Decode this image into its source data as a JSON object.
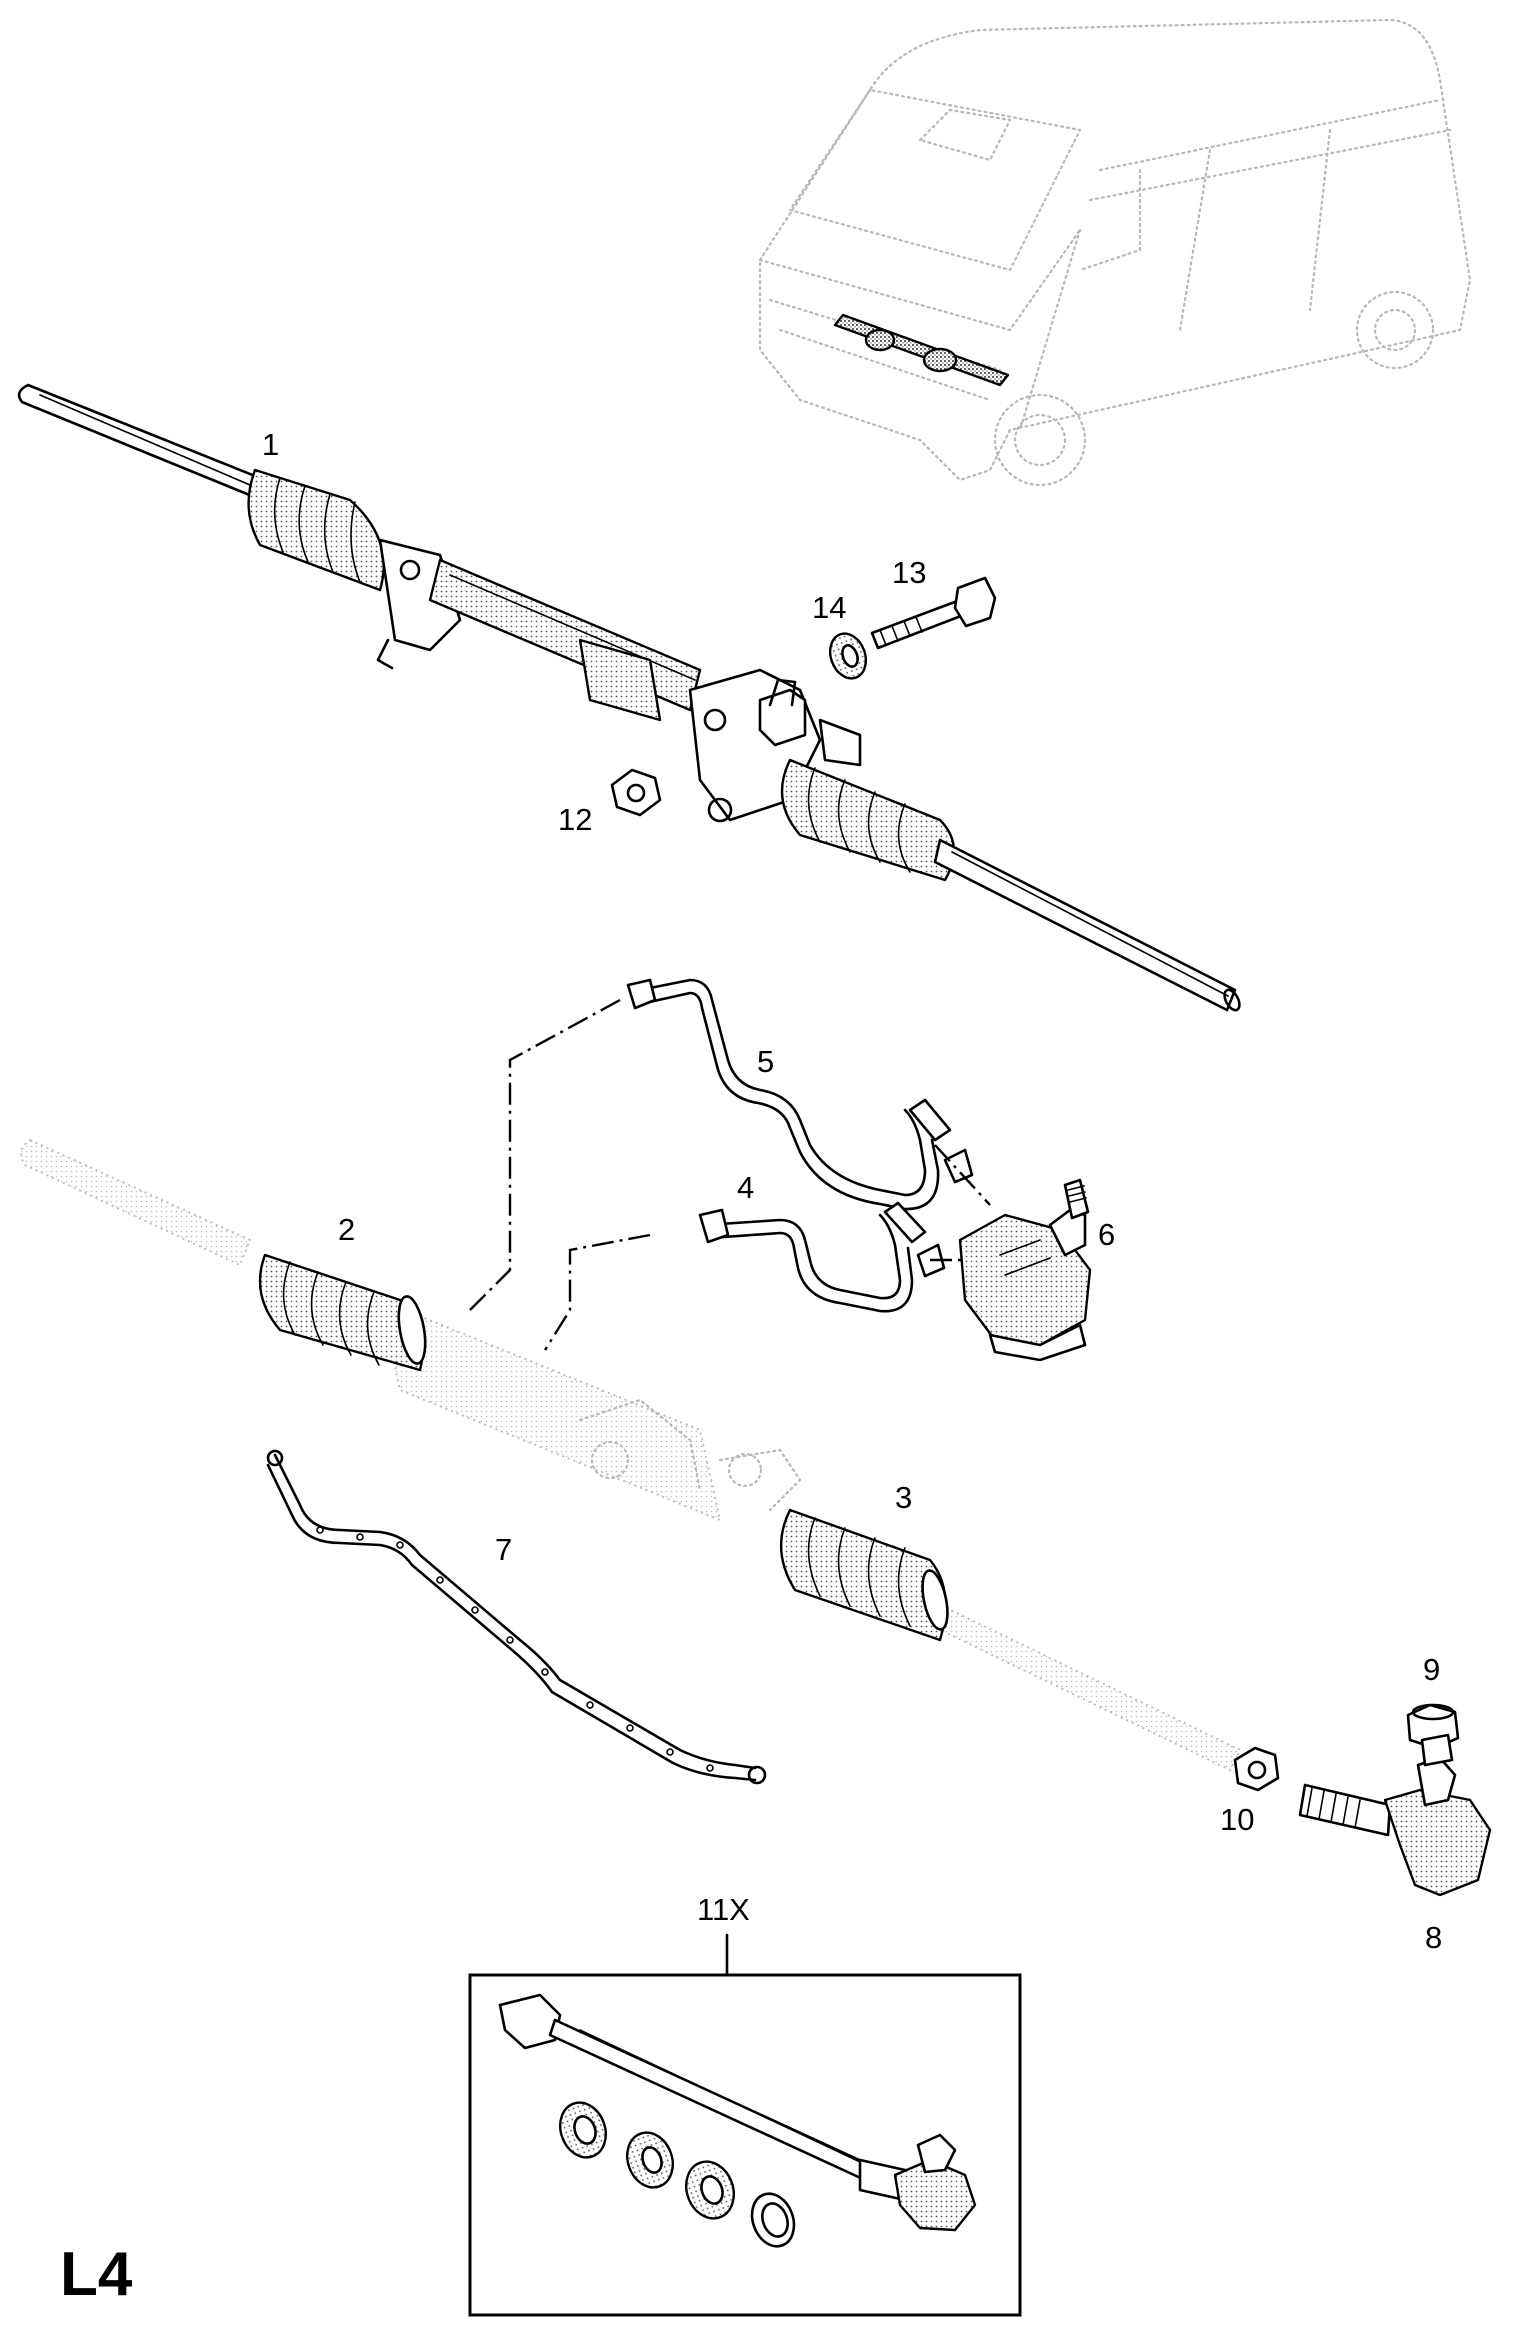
{
  "diagram": {
    "page_code": "L4",
    "callouts": {
      "c1": "1",
      "c2": "2",
      "c3": "3",
      "c4": "4",
      "c5": "5",
      "c6": "6",
      "c7": "7",
      "c8": "8",
      "c9": "9",
      "c10": "10",
      "c11x": "11X",
      "c12": "12",
      "c13": "13",
      "c14": "14"
    }
  }
}
